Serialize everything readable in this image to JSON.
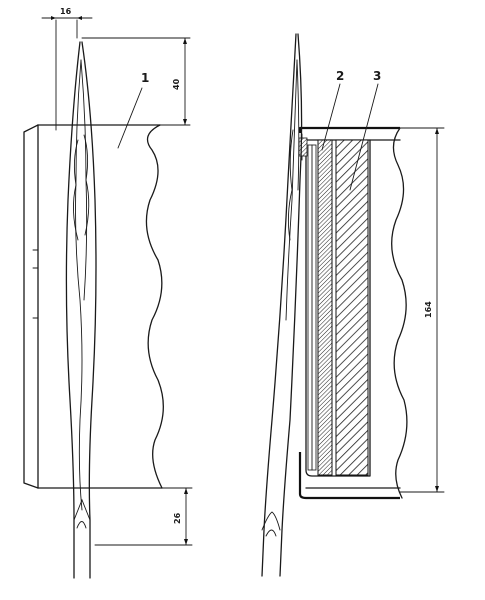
{
  "labels": {
    "part1": "1",
    "part2": "2",
    "part3": "3"
  },
  "dimensions": {
    "width_top": "16",
    "height_tip": "40",
    "height_bottom": "26",
    "height_panel": "164"
  }
}
